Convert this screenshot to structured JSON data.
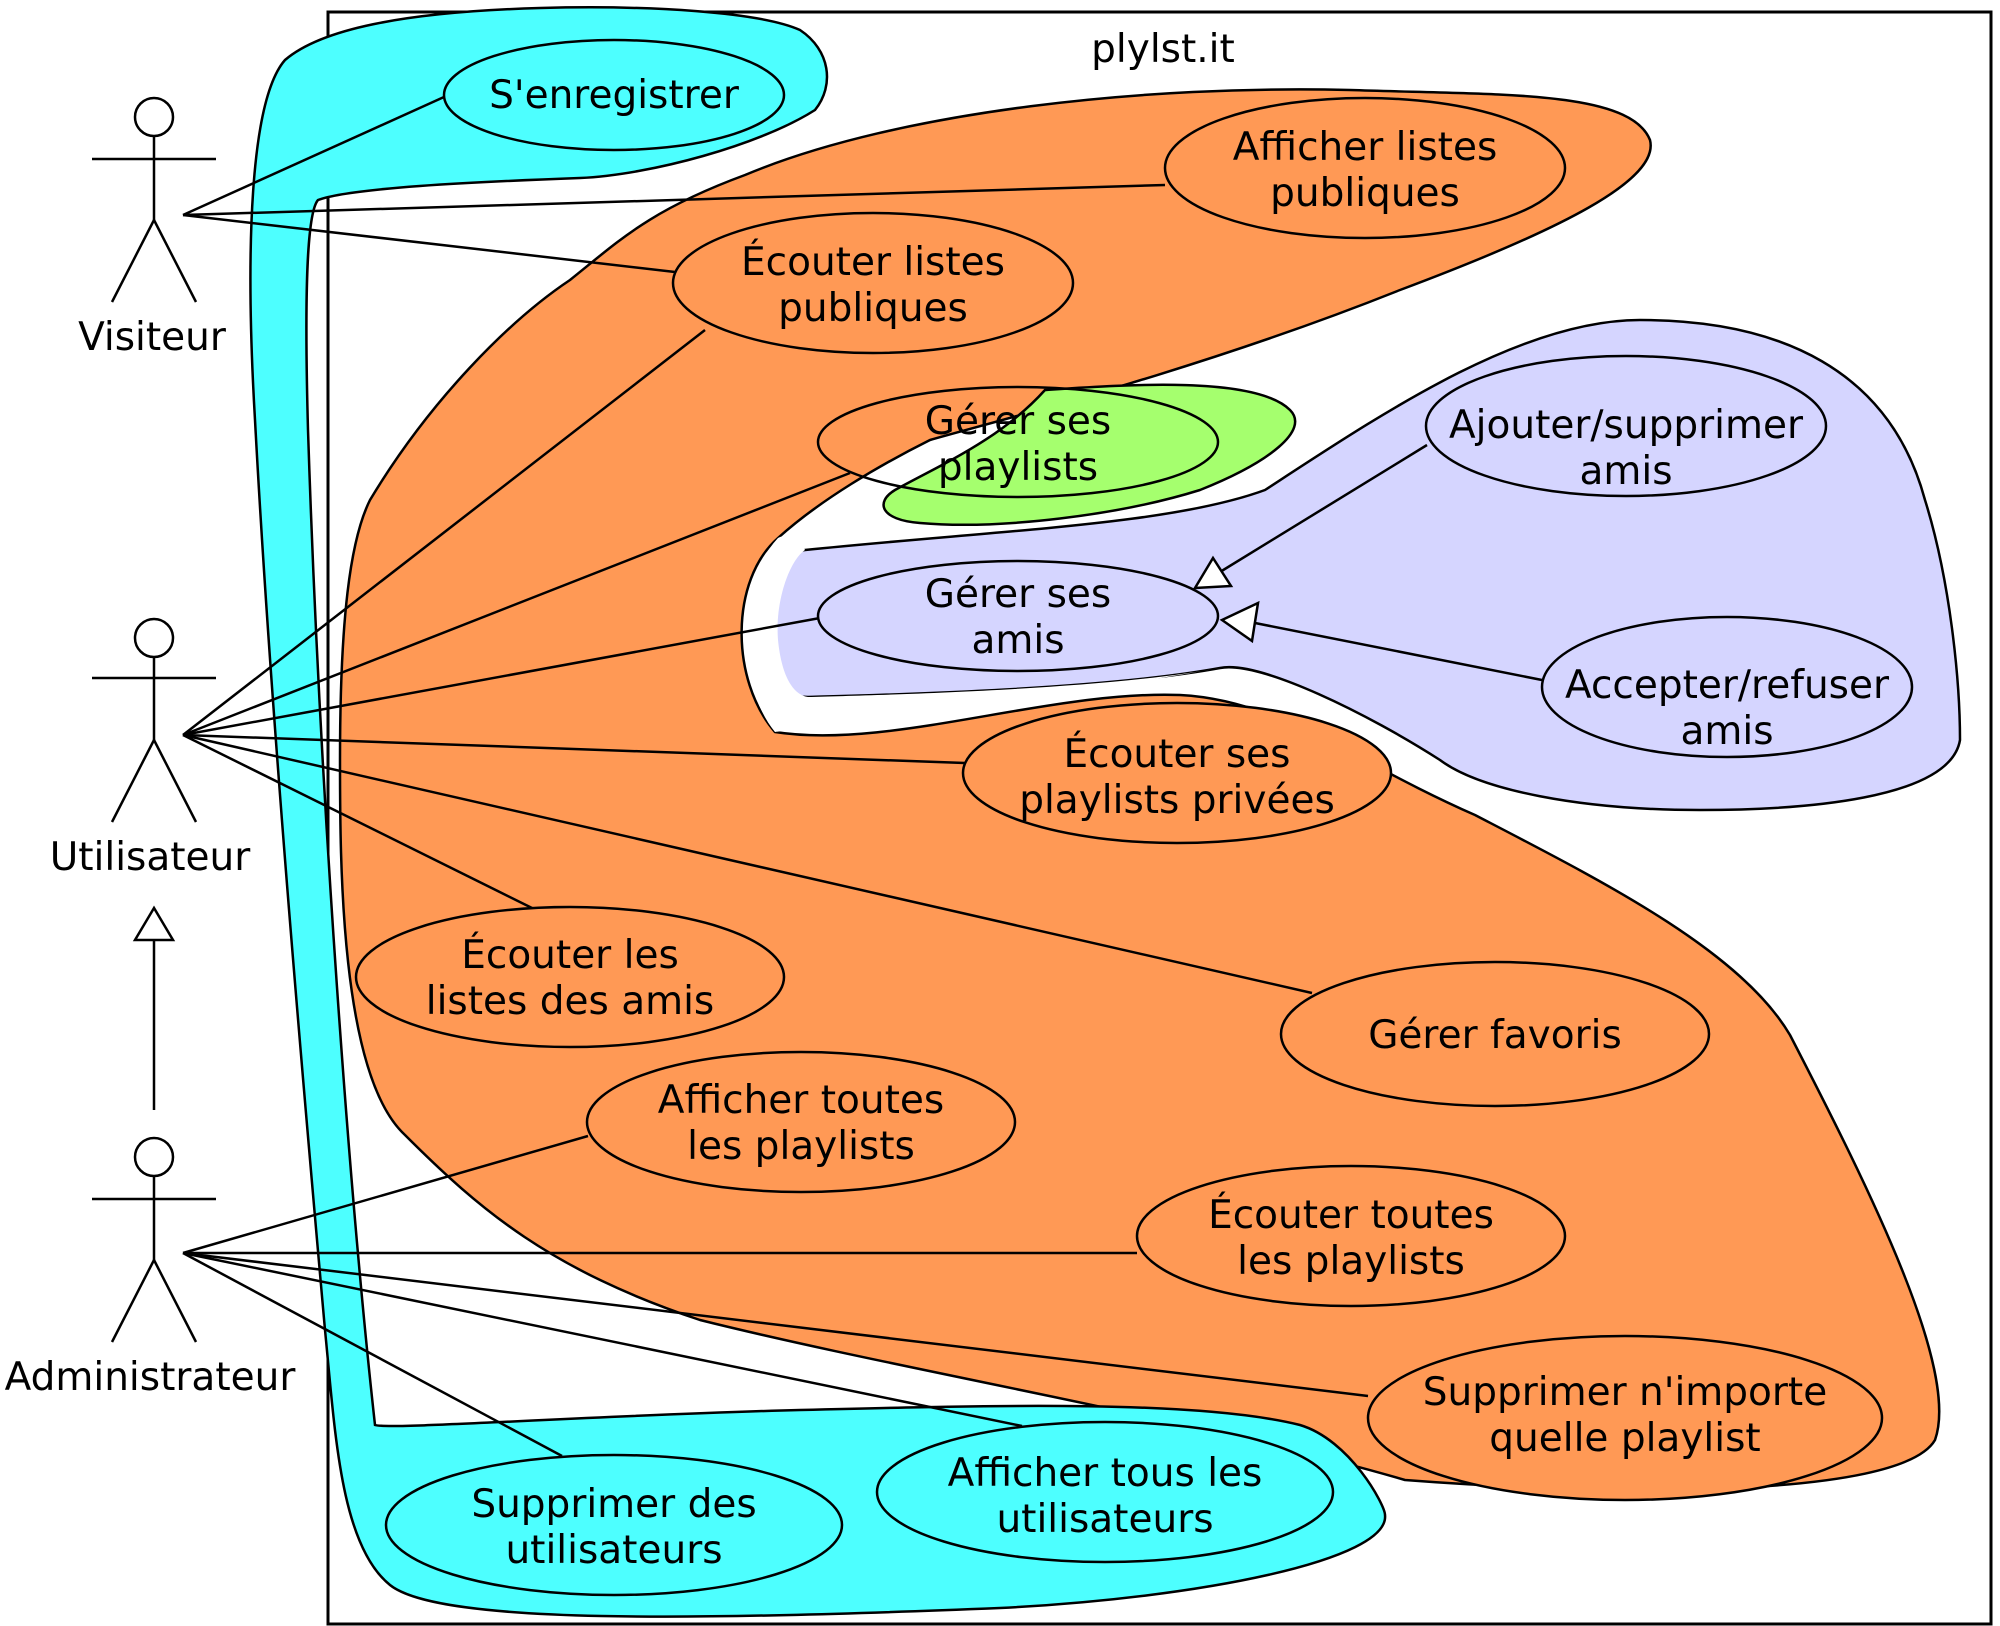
{
  "system_title": "plylst.it",
  "colors": {
    "orange": "#FF9955",
    "cyan": "#4DFFFF",
    "green": "#A5FF6E",
    "lavender": "#D5D5FF",
    "outline": "#000000"
  },
  "actors": {
    "visiteur": "Visiteur",
    "utilisateur": "Utilisateur",
    "administrateur": "Administrateur"
  },
  "use_cases": {
    "senregistrer": [
      "S'enregistrer"
    ],
    "afficher_listes_publiques": [
      "Afficher listes",
      "publiques"
    ],
    "ecouter_listes_publiques": [
      "Écouter listes",
      "publiques"
    ],
    "gerer_playlists": [
      "Gérer ses",
      "playlists"
    ],
    "ajouter_supprimer_amis": [
      "Ajouter/supprimer",
      "amis"
    ],
    "gerer_amis": [
      "Gérer ses",
      "amis"
    ],
    "accepter_refuser_amis": [
      "Accepter/refuser",
      "amis"
    ],
    "ecouter_playlists_privees": [
      "Écouter ses",
      "playlists privées"
    ],
    "ecouter_listes_amis": [
      "Écouter les",
      "listes des amis"
    ],
    "gerer_favoris": [
      "Gérer favoris"
    ],
    "afficher_toutes_playlists": [
      "Afficher toutes",
      "les playlists"
    ],
    "ecouter_toutes_playlists": [
      "Écouter toutes",
      "les playlists"
    ],
    "supprimer_playlist": [
      "Supprimer n'importe",
      "quelle playlist"
    ],
    "supprimer_utilisateurs": [
      "Supprimer des",
      "utilisateurs"
    ],
    "afficher_utilisateurs": [
      "Afficher tous les",
      "utilisateurs"
    ]
  }
}
